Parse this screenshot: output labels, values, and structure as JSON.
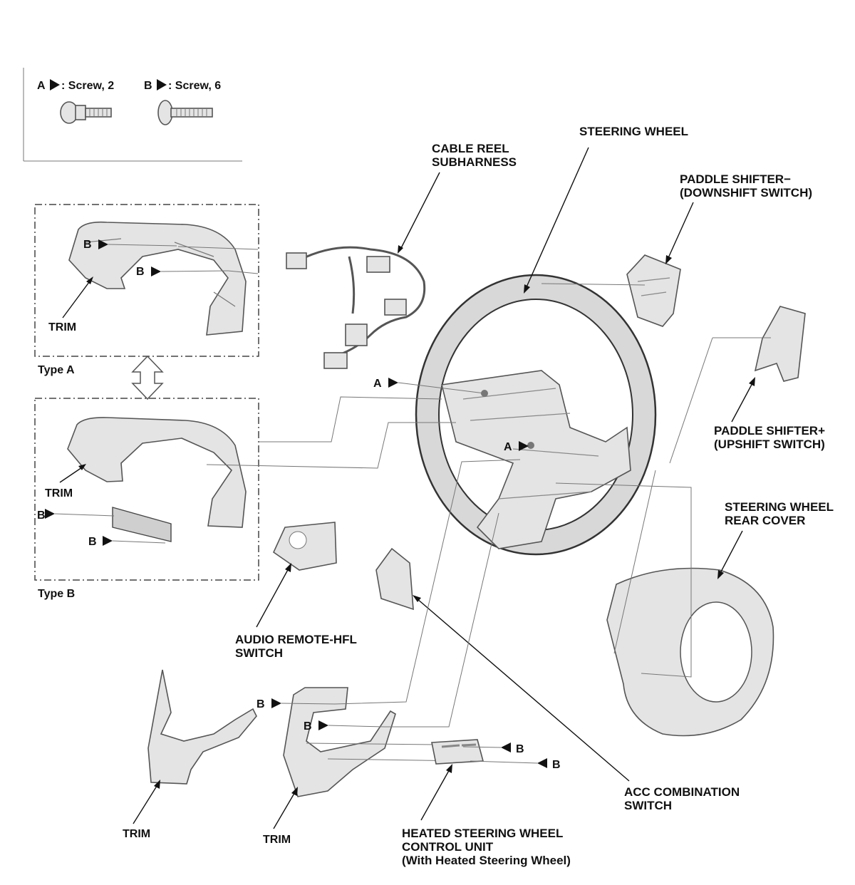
{
  "legend": {
    "a_letter": "A",
    "a_text": ": Screw, 2",
    "b_letter": "B",
    "b_text": ": Screw, 6"
  },
  "labels": {
    "steering_wheel": "STEERING WHEEL",
    "cable_reel_line1": "CABLE REEL",
    "cable_reel_line2": "SUBHARNESS",
    "paddle_down_line1": "PADDLE SHIFTER−",
    "paddle_down_line2": "(DOWNSHIFT SWITCH)",
    "paddle_up_line1": "PADDLE SHIFTER+",
    "paddle_up_line2": "(UPSHIFT SWITCH)",
    "rear_cover_line1": "STEERING WHEEL",
    "rear_cover_line2": "REAR COVER",
    "audio_line1": "AUDIO REMOTE-HFL",
    "audio_line2": "SWITCH",
    "acc_line1": "ACC COMBINATION",
    "acc_line2": "SWITCH",
    "heated_line1": "HEATED STEERING WHEEL",
    "heated_line2": "CONTROL UNIT",
    "heated_line3": "(With Heated Steering Wheel)",
    "trim": "TRIM",
    "type_a": "Type A",
    "type_b": "Type B",
    "screw_a": "A",
    "screw_b": "B"
  }
}
